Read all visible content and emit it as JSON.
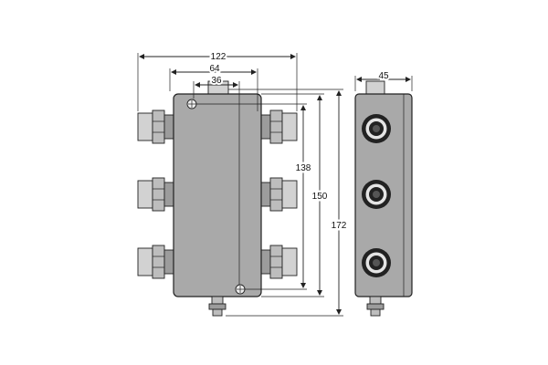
{
  "dimensions": {
    "width_total": "122",
    "width_mid": "64",
    "width_inner": "36",
    "height_inner": "138",
    "height_mid": "150",
    "height_total": "172",
    "depth": "45"
  },
  "colors": {
    "housing": "#a9a9a9",
    "connector": "#bdbdbd",
    "line": "#222222",
    "background": "#ffffff"
  }
}
